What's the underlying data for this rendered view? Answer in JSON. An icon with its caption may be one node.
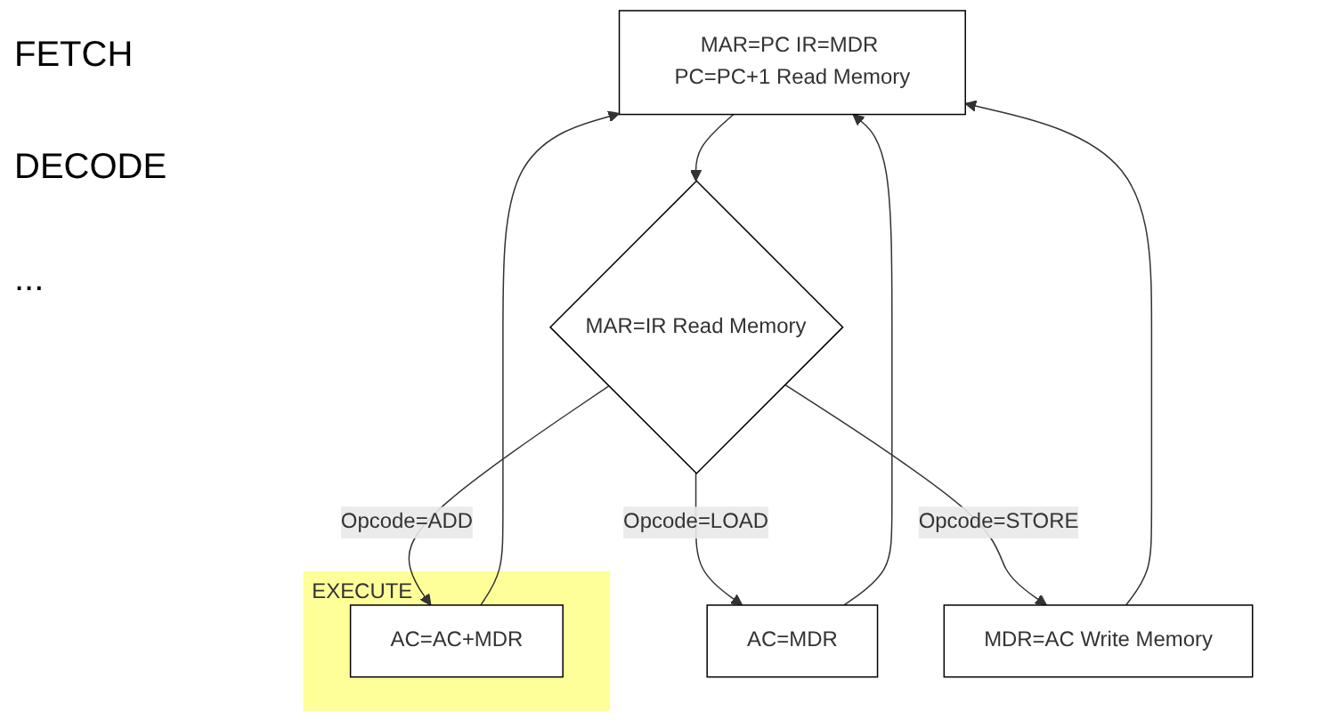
{
  "diagram": {
    "nodes": [
      {
        "text": [
          "MAR=PC IR=MDR PC=PC+1 Read Memory"
        ]
      },
      {
        "text": [
          "MAR=IR Read Memory"
        ]
      },
      {
        "text": [
          "EXECUTE"
        ]
      },
      {
        "text": [
          "AC=AC+MDR"
        ],
        "in": 2
      },
      {
        "text": [
          "AC=MDR"
        ]
      },
      {
        "text": [
          "MDR=AC Write Memory"
        ]
      }
    ],
    "edges": [
      {
        "from": 0,
        "to": 1,
        "arrow": "to"
      },
      {
        "from": 1,
        "to": 3,
        "label": "Opcode=ADD",
        "arrow": "to"
      },
      {
        "from": 1,
        "to": 4,
        "label": "Opcode=LOAD",
        "arrow": "to"
      },
      {
        "from": 1,
        "to": 5,
        "label": "Opcode=STORE",
        "arrow": "to"
      },
      {
        "from": 3,
        "to": 0,
        "arrow": "to"
      },
      {
        "from": 4,
        "to": 0,
        "arrow": "to"
      },
      {
        "from": 5,
        "to": 0,
        "arrow": "to"
      }
    ],
    "labels": [
      "FETCH",
      "DECODE",
      "..."
    ]
  }
}
